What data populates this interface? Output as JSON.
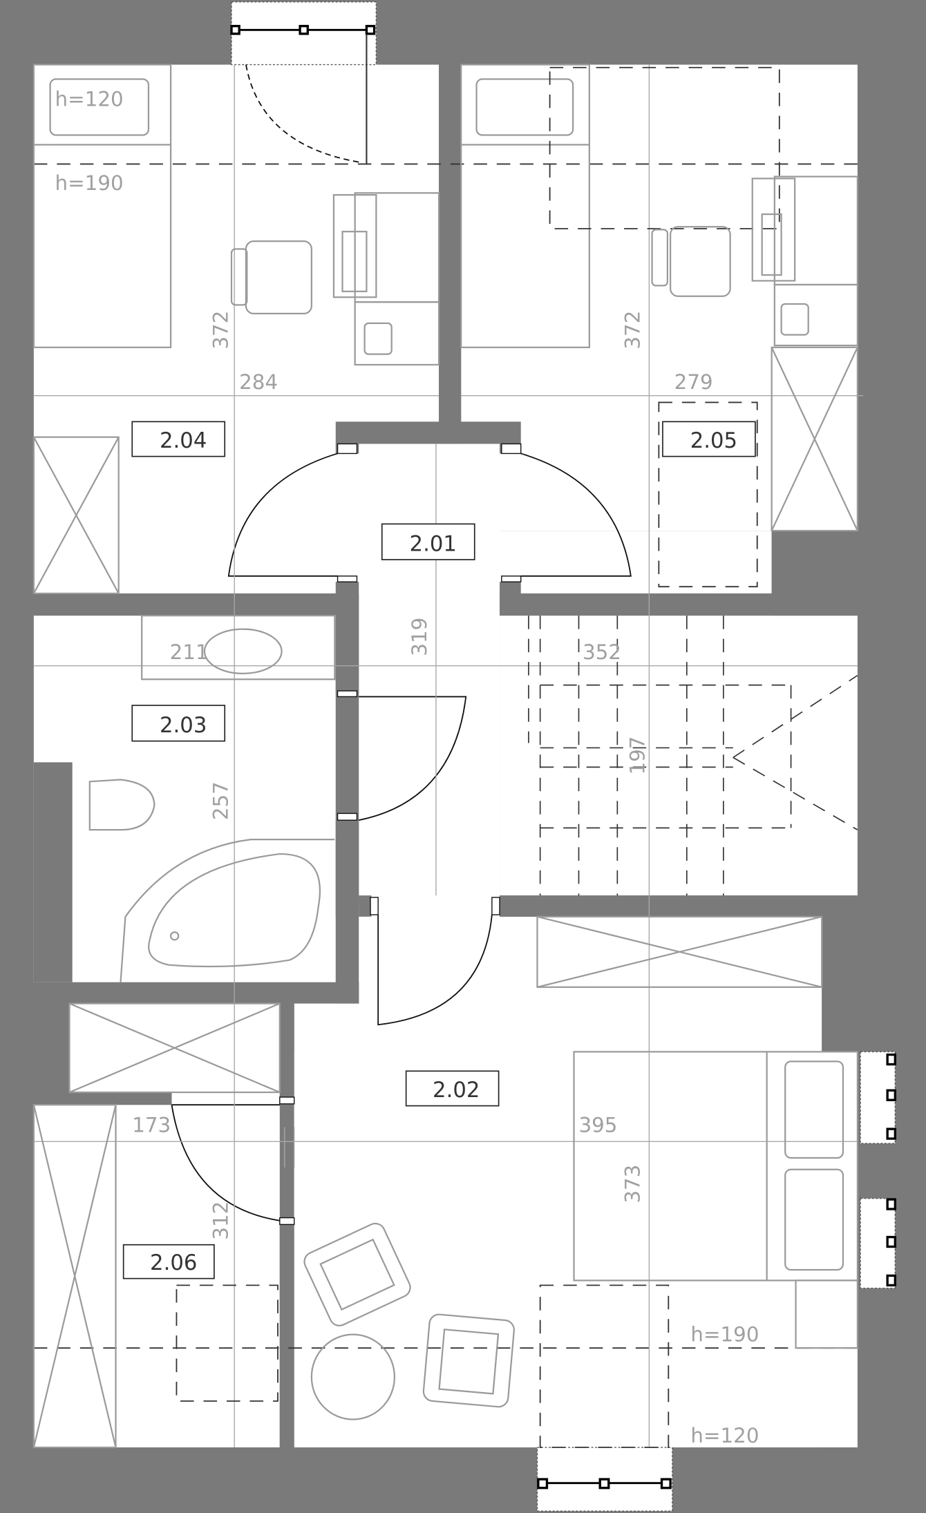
{
  "rooms": {
    "r201": "2.01",
    "r202": "2.02",
    "r203": "2.03",
    "r204": "2.04",
    "r205": "2.05",
    "r206": "2.06"
  },
  "dimensions": {
    "d204_height": "372",
    "d204_width": "284",
    "d205_height": "372",
    "d205_width": "279",
    "d203_width": "211",
    "d203_height": "257",
    "d201_height": "319",
    "stairs_width": "352",
    "stairs_height": "197",
    "d206_width": "173",
    "d206_height": "312",
    "d202_width": "395",
    "d202_height": "373"
  },
  "heights": {
    "top_h120": "h=120",
    "top_h190": "h=190",
    "bottom_h190": "h=190",
    "bottom_h120": "h=120"
  },
  "colors": {
    "wall": "#7a7a7a",
    "floor": "#ffffff",
    "furniture": "#9a9a9a"
  }
}
